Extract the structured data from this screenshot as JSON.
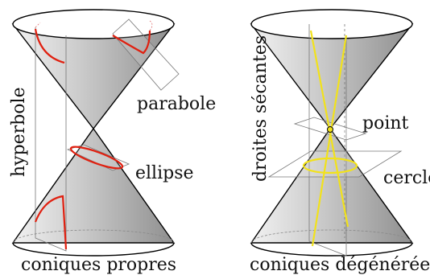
{
  "diagram": {
    "panels": [
      {
        "caption": "coniques propres",
        "labels": {
          "hyperbole": "hyperbole",
          "parabole": "parabole",
          "ellipse": "ellipse"
        }
      },
      {
        "caption": "coniques dégénérées",
        "labels": {
          "droites": "droites sécantes",
          "point": "point",
          "cercle": "cercle"
        }
      }
    ],
    "colors": {
      "cone_fill": "#bdbdbd",
      "cone_edge": "#000000",
      "plane_edge": "#666666",
      "proper_curve": "#e02010",
      "degenerate_curve": "#f2e21a",
      "guide_line": "#e07070"
    }
  }
}
